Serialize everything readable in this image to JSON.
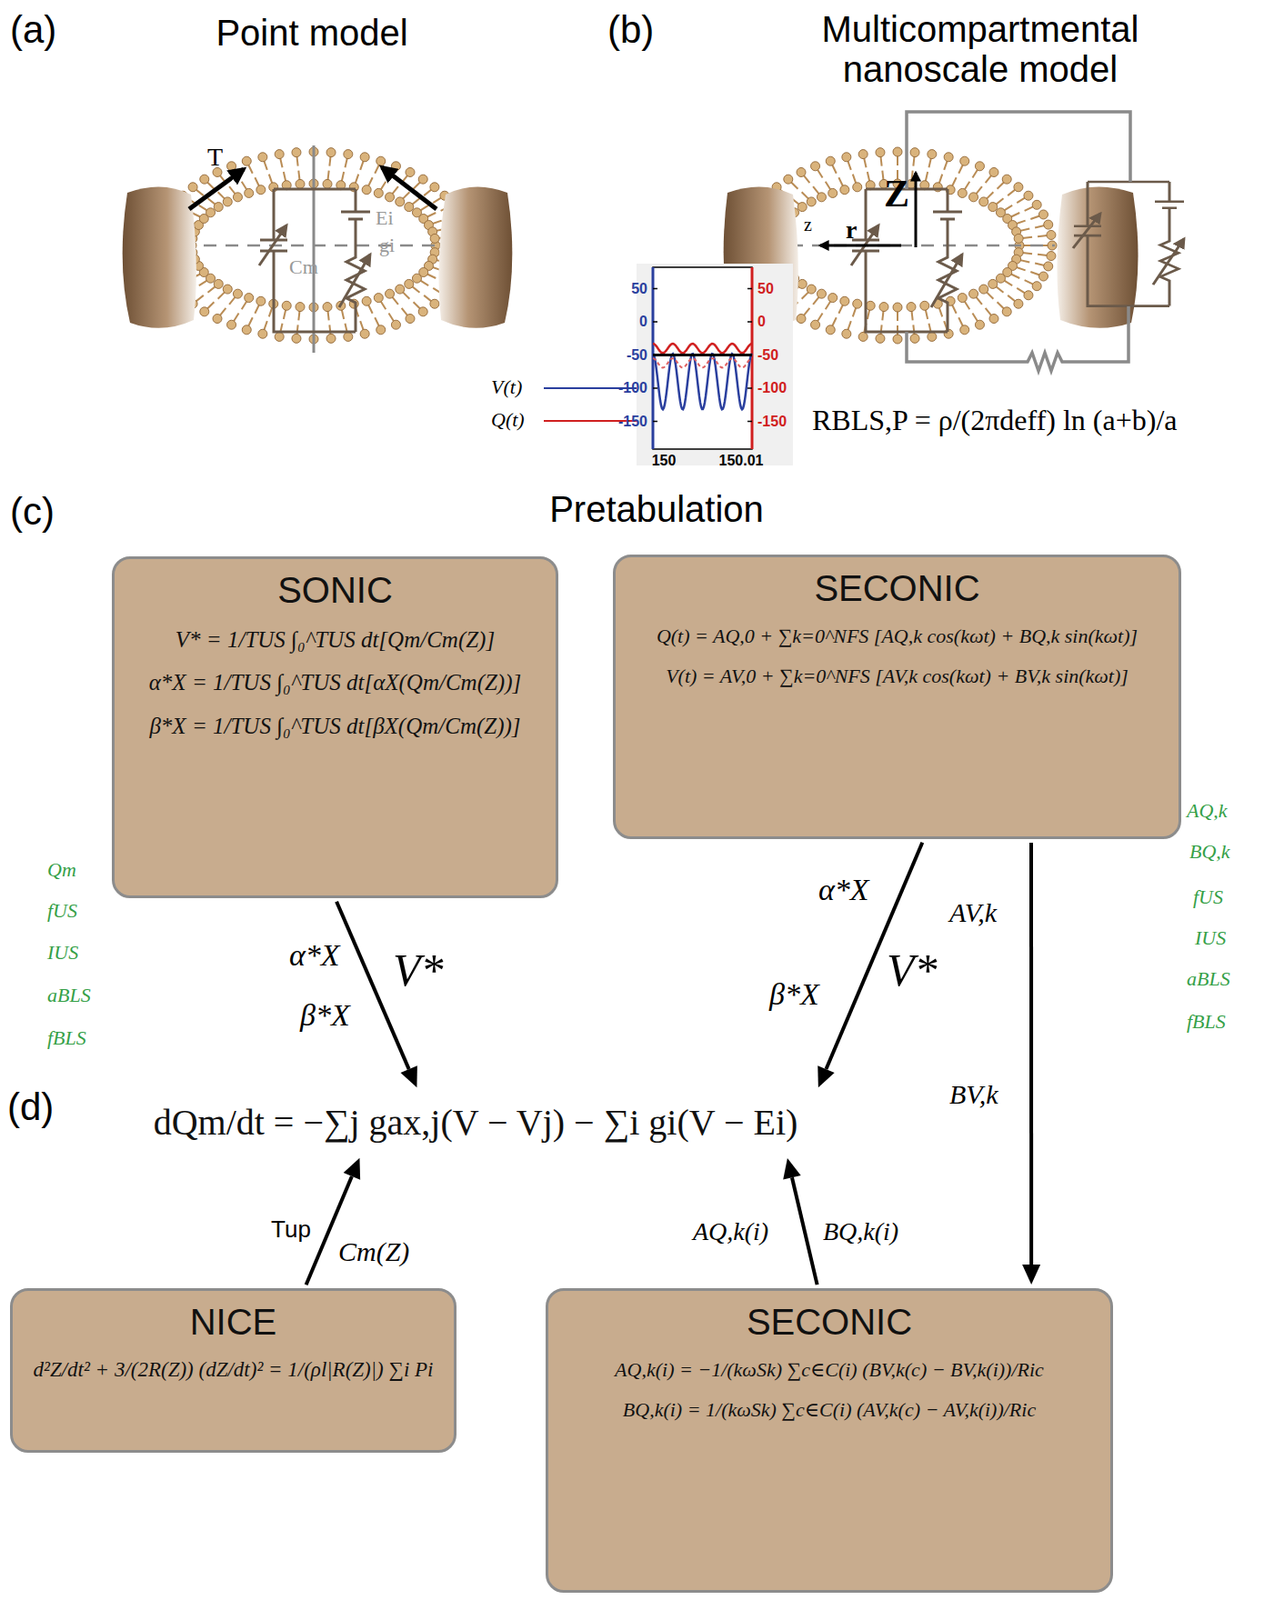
{
  "diagram": {
    "nodes": [
      {
        "text": [
          "SONIC",
          "V* = 1/TUS ∫₀^TUS dt[Qm/Cm(Z)]",
          "α*X = 1/TUS ∫₀^TUS dt[αX(Qm/Cm(Z))]",
          "β*X = 1/TUS ∫₀^TUS dt[βX(Qm/Cm(Z))]"
        ]
      },
      {
        "text": [
          "SECONIC",
          "Q(t) = AQ,0 + ∑k=0^NFS [AQ,k cos(kωt) + BQ,k sin(kωt)]",
          "V(t) = AV,0 + ∑k=0^NFS [AV,k cos(kωt) + BV,k sin(kωt)]"
        ]
      },
      {
        "text": [
          "dQm/dt = −∑j gax,j(V − Vj) − ∑i gi(V − Ei)"
        ]
      },
      {
        "text": [
          "NICE",
          "d²Z/dt² + 3/(2R(Z)) (dZ/dt)² = 1/(ρl|R(Z)|) ∑i Pi"
        ]
      },
      {
        "text": [
          "SECONIC",
          "AQ,k(i) = −1/(kωSk) ∑c∈C(i) (BV,k(c) − BV,k(i))/Ric",
          "BQ,k(i) = 1/(kωSk) ∑c∈C(i) (AV,k(c) − AV,k(i))/Ric"
        ]
      }
    ],
    "edges": [
      {
        "from": 0,
        "to": 2,
        "arrow": "to",
        "label": "V*"
      },
      {
        "from": 1,
        "to": 2,
        "arrow": "to",
        "label": "V*"
      },
      {
        "from": 1,
        "to": 4,
        "arrow": "to",
        "label": "AV,k"
      },
      {
        "from": 3,
        "to": 2,
        "arrow": "to",
        "label": "Cm(Z)"
      },
      {
        "from": 4,
        "to": 2,
        "arrow": "to",
        "label": "AQ,k(i)"
      }
    ],
    "labels": [
      "(a)",
      "Point model",
      "(b)",
      "Multicompartmental nanoscale model",
      "T",
      "Ei",
      "Cm",
      "gi",
      "z",
      "r",
      "Z",
      "50",
      "0",
      "-50",
      "-100",
      "-150",
      "50",
      "0",
      "-50",
      "-100",
      "-150",
      "150",
      "150.01",
      "V(t)",
      "Q(t)",
      "RBLS,P = ρ/(2πdeff) ln (a+b)/a",
      "(c)",
      "Pretabulation",
      "Qm",
      "fUS",
      "IUS",
      "aBLS",
      "fBLS",
      "α*X",
      "β*X",
      "α*X",
      "β*X",
      "BV,k",
      "AQ,k",
      "BQ,k",
      "fUS",
      "IUS",
      "aBLS",
      "fBLS",
      "(d)",
      "Tup",
      "BQ,k(i)"
    ]
  }
}
